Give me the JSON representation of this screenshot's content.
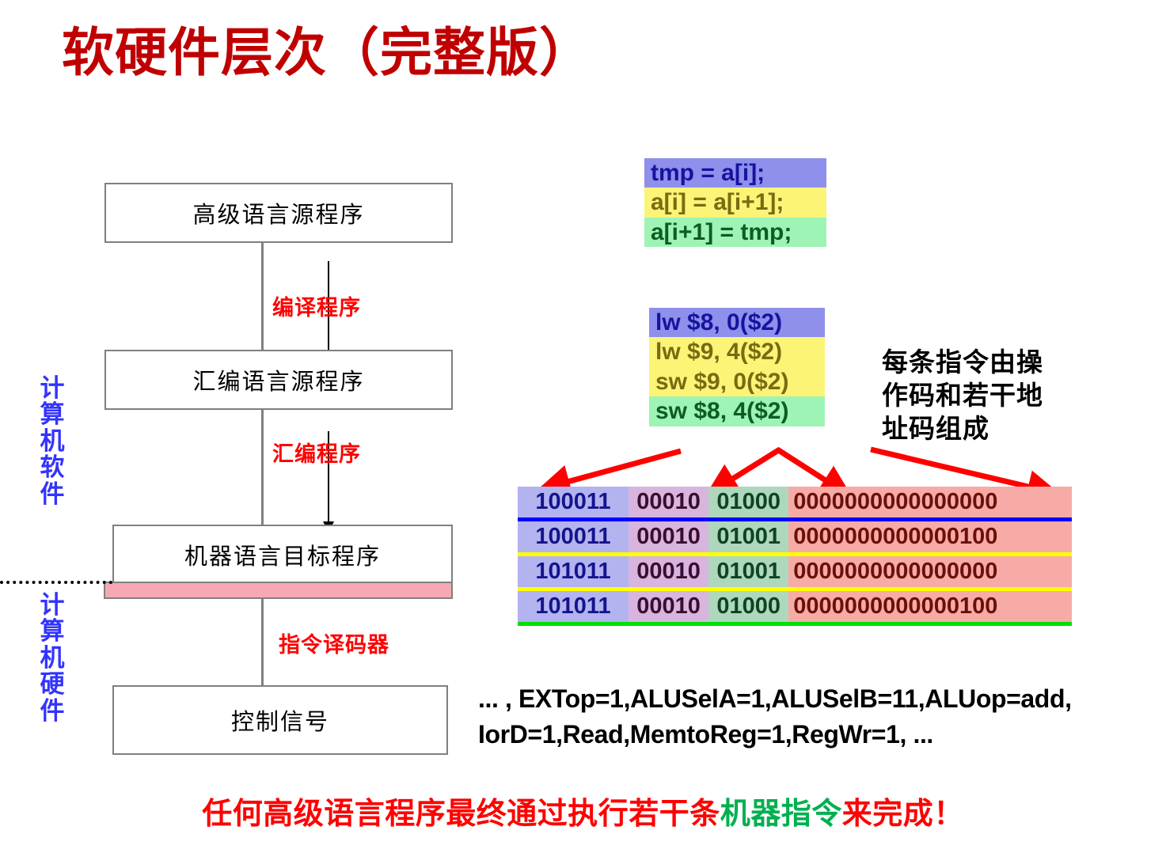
{
  "slide": {
    "title": "软硬件层次（完整版）",
    "title_color": "#c00000"
  },
  "flowchart": {
    "boxes": [
      {
        "id": "high-level-source",
        "label": "高级语言源程序"
      },
      {
        "id": "assembly-source",
        "label": "汇编语言源程序"
      },
      {
        "id": "machine-target",
        "label": "机器语言目标程序"
      },
      {
        "id": "control-signal",
        "label": "控制信号"
      }
    ],
    "arrow_labels": [
      {
        "id": "compiler",
        "label": "编译程序"
      },
      {
        "id": "assembler",
        "label": "汇编程序"
      },
      {
        "id": "decoder",
        "label": "指令译码器"
      }
    ],
    "side_labels": [
      {
        "id": "software",
        "label": "计算机软件"
      },
      {
        "id": "hardware",
        "label": "计算机硬件"
      }
    ],
    "side_label_color": "#3333ff",
    "arrow_label_color": "#ff0000",
    "divider_bar_color": "#f6a9b4"
  },
  "code": {
    "high_level": [
      {
        "text": "tmp = a[i];",
        "highlight": "purple"
      },
      {
        "text": "a[i] = a[i+1];",
        "highlight": "yellow"
      },
      {
        "text": "a[i+1] = tmp;",
        "highlight": "green"
      }
    ],
    "assembly": [
      {
        "text": "lw $8, 0($2)",
        "highlight": "purple"
      },
      {
        "text": "lw $9, 4($2)",
        "highlight": "yellow"
      },
      {
        "text": "sw $9, 0($2)",
        "highlight": "yellow"
      },
      {
        "text": "sw $8, 4($2)",
        "highlight": "green"
      }
    ],
    "highlight_colors": {
      "purple": "#8f8fec",
      "yellow": "#fbf477",
      "green": "#9ef4b5"
    }
  },
  "note": {
    "right_text": "每条指令由操作作码和若干地址码组成",
    "right_line1": "每条指令由操",
    "right_line2": "作码和若干地",
    "right_line3": "址码组成"
  },
  "binary_table": {
    "field_colors": {
      "opcode": "#b3b3f0",
      "rs": "#d7b5de",
      "rt": "#aed7bd",
      "immediate": "#f7aba6"
    },
    "separator_colors": {
      "row1": "#0000ff",
      "row2": "#ffff00",
      "row3": "#ffff00",
      "row4": "#00e000"
    },
    "rows": [
      {
        "opcode": "100011",
        "rs": "00010",
        "rt": "01000",
        "immediate": "0000000000000000",
        "separator": "blue"
      },
      {
        "opcode": "100011",
        "rs": "00010",
        "rt": "01001",
        "immediate": "0000000000000100",
        "separator": "yellow"
      },
      {
        "opcode": "101011",
        "rs": "00010",
        "rt": "01001",
        "immediate": "0000000000000000",
        "separator": "yellow"
      },
      {
        "opcode": "101011",
        "rs": "00010",
        "rt": "01000",
        "immediate": "0000000000000100",
        "separator": "green"
      }
    ]
  },
  "control_signals": {
    "line1": "... , EXTop=1,ALUSelA=1,ALUSelB=11,ALUop=add,",
    "line2": "IorD=1,Read,MemtoReg=1,RegWr=1, ..."
  },
  "caption": {
    "part1": "任何高级语言程序最终通过执行若干条",
    "part2": "机器指令",
    "part3": "来完成！",
    "color_red": "#ff0000",
    "color_green": "#00b050"
  }
}
